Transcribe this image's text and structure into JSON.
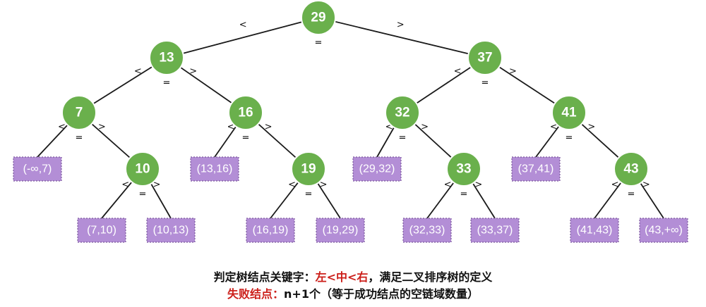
{
  "tree": {
    "nodes": [
      {
        "id": "n29",
        "label": "29"
      },
      {
        "id": "n13",
        "label": "13"
      },
      {
        "id": "n37",
        "label": "37"
      },
      {
        "id": "n7",
        "label": "7"
      },
      {
        "id": "n16",
        "label": "16"
      },
      {
        "id": "n32",
        "label": "32"
      },
      {
        "id": "n41",
        "label": "41"
      },
      {
        "id": "n10",
        "label": "10"
      },
      {
        "id": "n19",
        "label": "19"
      },
      {
        "id": "n33",
        "label": "33"
      },
      {
        "id": "n43",
        "label": "43"
      }
    ],
    "leaves": [
      {
        "id": "f1",
        "label": "(-∞,7)"
      },
      {
        "id": "f2",
        "label": "(7,10)"
      },
      {
        "id": "f3",
        "label": "(10,13)"
      },
      {
        "id": "f4",
        "label": "(13,16)"
      },
      {
        "id": "f5",
        "label": "(16,19)"
      },
      {
        "id": "f6",
        "label": "(19,29)"
      },
      {
        "id": "f7",
        "label": "(29,32)"
      },
      {
        "id": "f8",
        "label": "(32,33)"
      },
      {
        "id": "f9",
        "label": "(33,37)"
      },
      {
        "id": "f10",
        "label": "(37,41)"
      },
      {
        "id": "f11",
        "label": "(41,43)"
      },
      {
        "id": "f12",
        "label": "(43,+∞)"
      }
    ],
    "edges": [
      [
        "n29",
        "n13"
      ],
      [
        "n29",
        "n37"
      ],
      [
        "n13",
        "n7"
      ],
      [
        "n13",
        "n16"
      ],
      [
        "n37",
        "n32"
      ],
      [
        "n37",
        "n41"
      ],
      [
        "n7",
        "f1"
      ],
      [
        "n7",
        "n10"
      ],
      [
        "n10",
        "f2"
      ],
      [
        "n10",
        "f3"
      ],
      [
        "n16",
        "f4"
      ],
      [
        "n16",
        "n19"
      ],
      [
        "n19",
        "f5"
      ],
      [
        "n19",
        "f6"
      ],
      [
        "n32",
        "f7"
      ],
      [
        "n32",
        "n33"
      ],
      [
        "n33",
        "f8"
      ],
      [
        "n33",
        "f9"
      ],
      [
        "n41",
        "f10"
      ],
      [
        "n41",
        "n43"
      ],
      [
        "n43",
        "f11"
      ],
      [
        "n43",
        "f12"
      ]
    ],
    "marks": {
      "less": "<",
      "greater": ">",
      "equal": "="
    },
    "colors": {
      "node": "#6ab04c",
      "leaf": "#b38ed6",
      "highlight": "#cc1f1a"
    }
  },
  "captions": {
    "line1_prefix": "判定树结点关键字：",
    "line1_highlight": "左<中<右",
    "line1_suffix": "，满足二叉排序树的定义",
    "line2_highlight": "失败结点：",
    "line2_suffix": "n+1个（等于成功结点的空链域数量）"
  }
}
